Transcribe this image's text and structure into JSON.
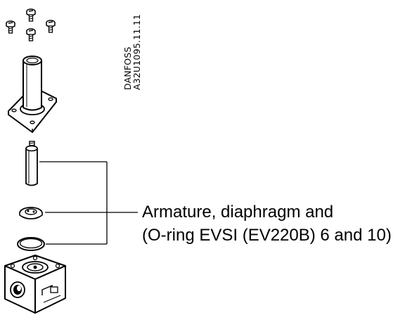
{
  "drawing": {
    "manufacturer": "DANFOSS",
    "drawing_code": "A32U1095.11.11"
  },
  "callout": {
    "line1": "Armature, diaphragm and",
    "line2": "(O-ring EVSI (EV220B) 6 and 10)"
  },
  "parts": {
    "screws": {
      "icon": "screw-icon",
      "count": 4
    },
    "armature_tube": {
      "icon": "armature-tube-icon"
    },
    "armature": {
      "icon": "armature-icon"
    },
    "diaphragm": {
      "icon": "diaphragm-icon"
    },
    "o_ring": {
      "icon": "o-ring-icon"
    },
    "valve_body": {
      "icon": "valve-body-icon"
    }
  }
}
